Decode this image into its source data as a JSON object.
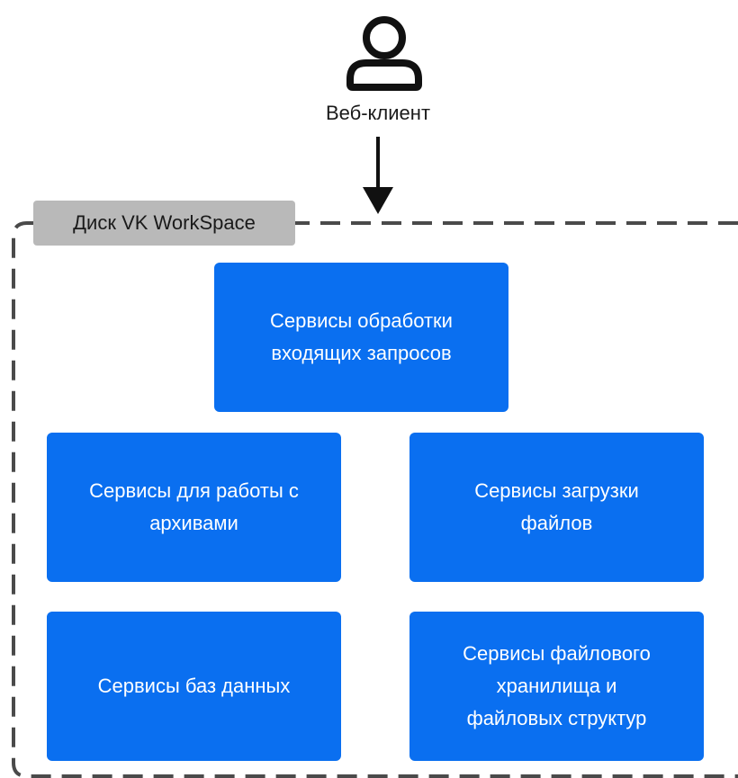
{
  "client": {
    "icon": "user-icon",
    "label": "Веб-клиент"
  },
  "container": {
    "label": "Диск VK WorkSpace",
    "border_style": "dashed",
    "border_color": "#4a4a4a",
    "tag_color": "#b9b9b9"
  },
  "services": {
    "accent_color": "#0a6ff0",
    "incoming_requests": [
      "Сервисы обработки",
      "входящих запросов"
    ],
    "archives": [
      "Сервисы для работы с",
      "архивами"
    ],
    "file_upload": [
      "Сервисы загрузки",
      "файлов"
    ],
    "databases": [
      "Сервисы баз данных"
    ],
    "file_storage": [
      "Сервисы файлового",
      "хранилища и",
      "файловых структур"
    ]
  }
}
